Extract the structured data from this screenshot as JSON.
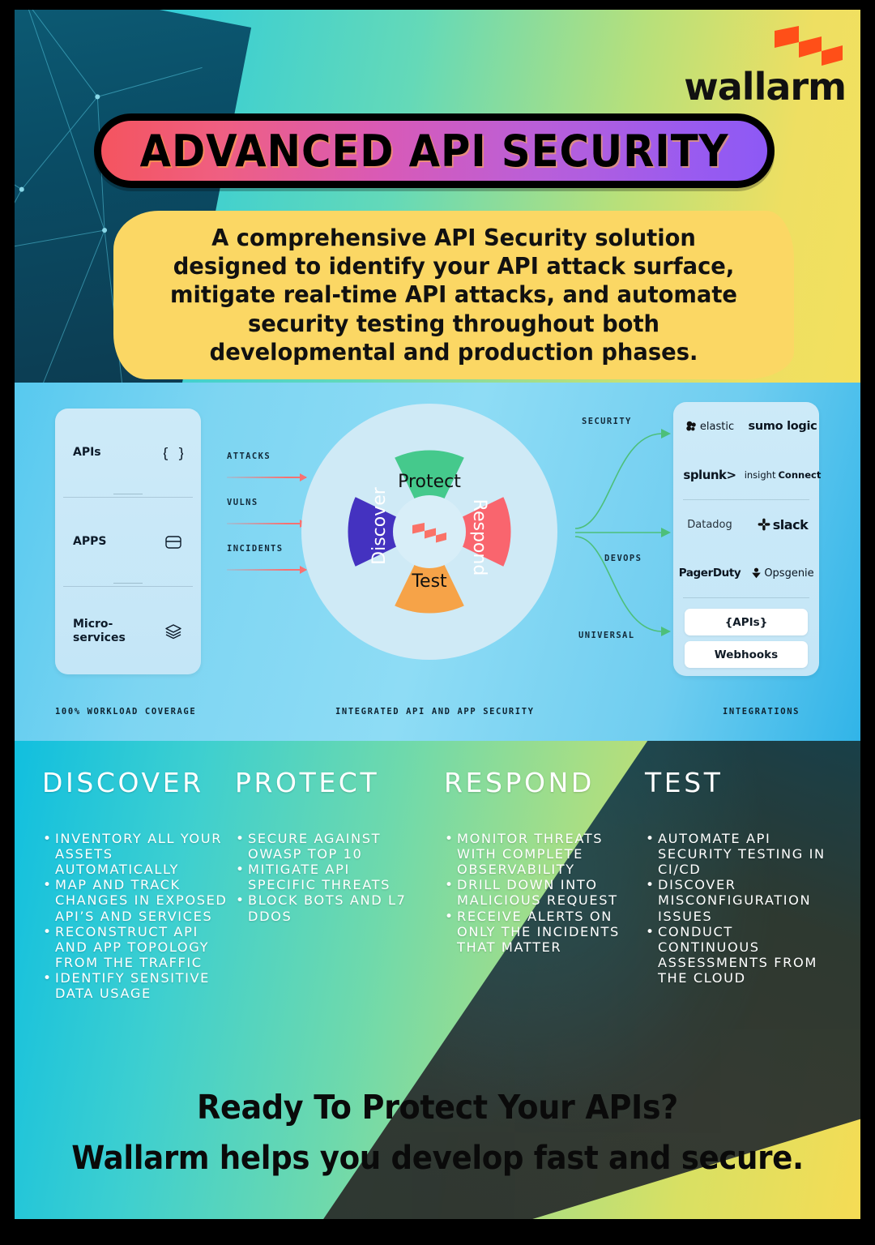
{
  "brand": {
    "name": "wallarm",
    "logo_icon": "wallarm-bolt-logo",
    "accent_orange": "#FF4F18",
    "title_gradient_from": "#F4545F",
    "title_gradient_to": "#8D59F5"
  },
  "header": {
    "title": "ADVANCED API SECURITY",
    "description": "A comprehensive API Security solution designed to identify your API attack surface, mitigate real-time API attacks, and automate security testing throughout both developmental and production phases."
  },
  "diagram": {
    "workload": {
      "caption": "100% WORKLOAD COVERAGE",
      "rows": [
        {
          "label": "APIs",
          "icon": "braces-icon"
        },
        {
          "label": "APPS",
          "icon": "window-icon"
        },
        {
          "label": "Micro-\nservices",
          "icon": "layers-icon"
        }
      ]
    },
    "flows_in": [
      "ATTACKS",
      "VULNS",
      "INCIDENTS"
    ],
    "wheel": {
      "caption": "INTEGRATED API AND APP SECURITY",
      "center_icon": "wallarm-bolt-logo",
      "segments": [
        {
          "label": "Protect",
          "color": "#45C98C"
        },
        {
          "label": "Respond",
          "color": "#F9656E"
        },
        {
          "label": "Test",
          "color": "#F6A348"
        },
        {
          "label": "Discover",
          "color": "#4432C0"
        }
      ]
    },
    "flows_out": [
      "SECURITY",
      "DEVOPS",
      "UNIVERSAL"
    ],
    "integrations": {
      "caption": "INTEGRATIONS",
      "security": [
        {
          "name": "elastic",
          "icon": "elastic-icon"
        },
        {
          "name": "sumo logic"
        },
        {
          "name": "splunk>"
        },
        {
          "name": "insightConnect",
          "light": "insight",
          "bold": "Connect"
        }
      ],
      "devops": [
        {
          "name": "Datadog"
        },
        {
          "name": "slack",
          "icon": "slack-icon"
        },
        {
          "name": "PagerDuty"
        },
        {
          "name": "Opsgenie",
          "icon": "opsgenie-icon"
        }
      ],
      "universal": [
        {
          "name": "{APIs}"
        },
        {
          "name": "Webhooks"
        }
      ]
    }
  },
  "features": [
    {
      "title": "DISCOVER",
      "bullets": [
        "INVENTORY ALL YOUR ASSETS AUTOMATICALLY",
        "MAP AND TRACK CHANGES IN EXPOSED API’S AND SERVICES",
        "RECONSTRUCT API AND APP TOPOLOGY FROM THE TRAFFIC",
        "IDENTIFY SENSITIVE DATA USAGE"
      ]
    },
    {
      "title": "PROTECT",
      "bullets": [
        "SECURE AGAINST OWASP TOP 10",
        "MITIGATE API SPECIFIC THREATS",
        "BLOCK BOTS AND L7 DDOS"
      ]
    },
    {
      "title": "RESPOND",
      "bullets": [
        "MONITOR THREATS WITH COMPLETE OBSERVABILITY",
        "DRILL DOWN INTO MALICIOUS REQUEST",
        "RECEIVE ALERTS ON ONLY THE INCIDENTS THAT MATTER"
      ]
    },
    {
      "title": "TEST",
      "bullets": [
        "AUTOMATE API SECURITY TESTING IN CI/CD",
        "DISCOVER MISCONFIGURATION ISSUES",
        "CONDUCT CONTINUOUS ASSESSMENTS FROM THE CLOUD"
      ]
    }
  ],
  "cta": {
    "line1": "Ready To Protect Your APIs?",
    "line2": "Wallarm helps you develop fast and secure."
  }
}
